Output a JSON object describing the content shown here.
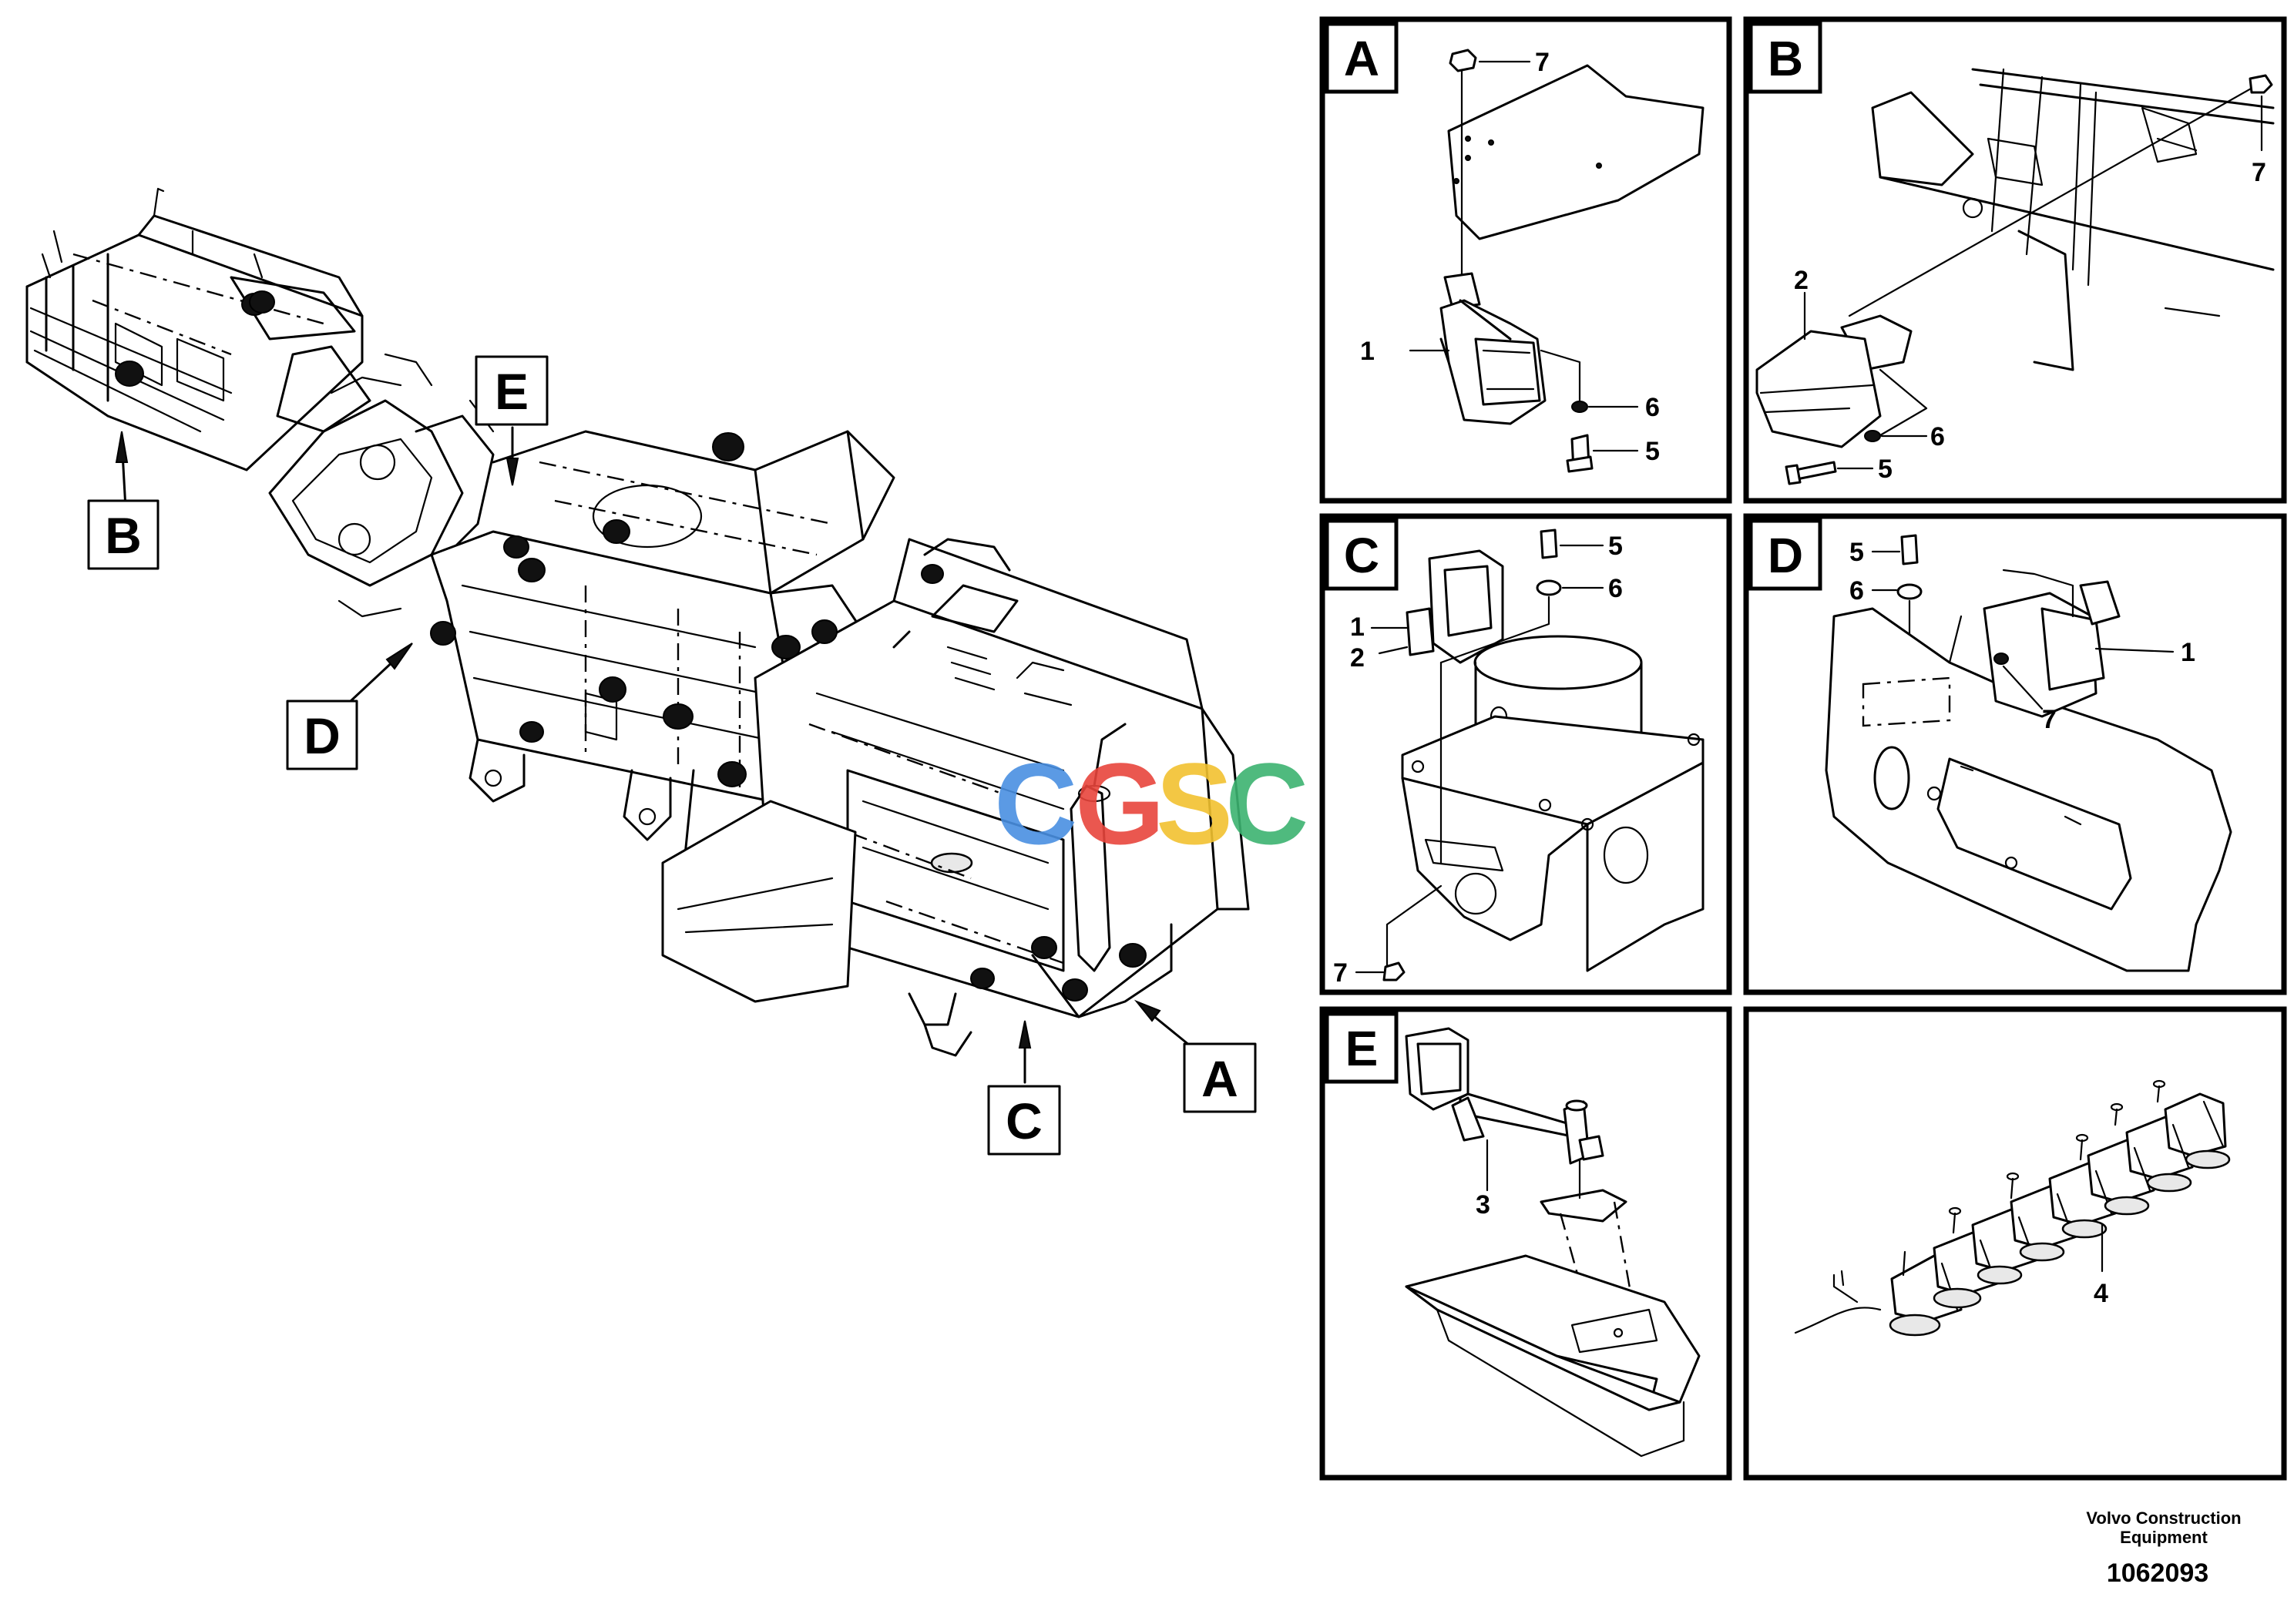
{
  "overview": {
    "callouts": [
      {
        "id": "B",
        "label": "B"
      },
      {
        "id": "E",
        "label": "E"
      },
      {
        "id": "D",
        "label": "D"
      },
      {
        "id": "C",
        "label": "C"
      },
      {
        "id": "A",
        "label": "A"
      }
    ]
  },
  "panels": {
    "A": {
      "letter": "A",
      "parts": {
        "p7": "7",
        "p1": "1",
        "p6": "6",
        "p5": "5"
      }
    },
    "B": {
      "letter": "B",
      "parts": {
        "p7": "7",
        "p2": "2",
        "p6": "6",
        "p5": "5"
      }
    },
    "C": {
      "letter": "C",
      "parts": {
        "p5": "5",
        "p6": "6",
        "p1": "1",
        "p2": "2",
        "p7": "7"
      }
    },
    "D": {
      "letter": "D",
      "parts": {
        "p5": "5",
        "p6": "6",
        "p1": "1",
        "p7": "7"
      }
    },
    "E": {
      "letter": "E",
      "parts": {
        "p3": "3"
      }
    },
    "F": {
      "letter": "",
      "parts": {
        "p4": "4"
      }
    }
  },
  "watermark": {
    "text": "CGSC",
    "colors": [
      "#4a90e2",
      "#e8453c",
      "#f2c230",
      "#3cb371"
    ]
  },
  "footer": {
    "company_line1": "Volvo Construction",
    "company_line2": "Equipment",
    "drawing_number": "1062093"
  }
}
